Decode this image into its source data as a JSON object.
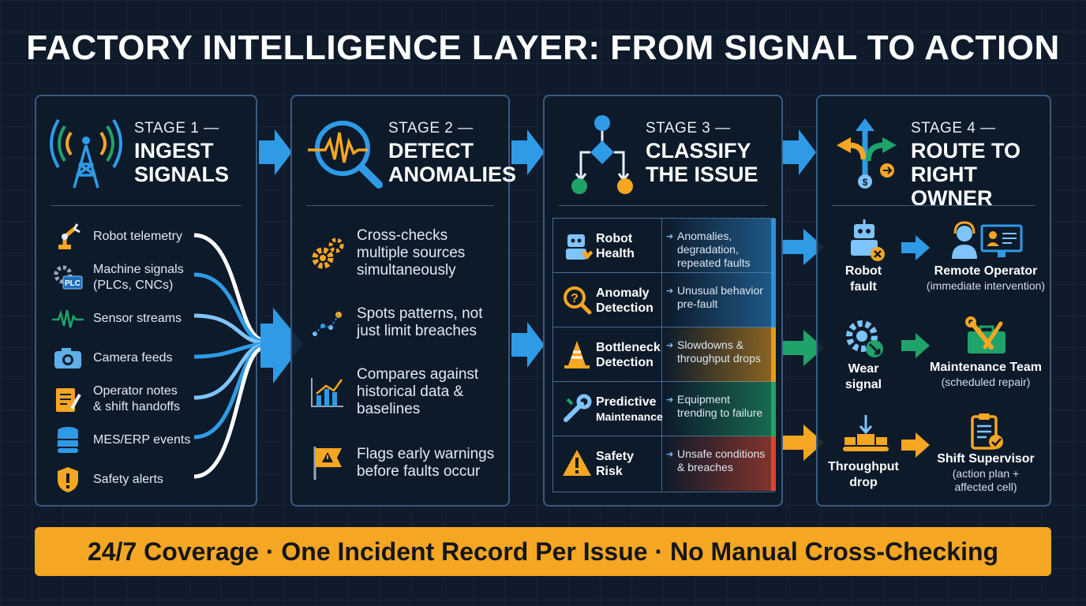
{
  "title": "FACTORY INTELLIGENCE LAYER: FROM SIGNAL TO ACTION",
  "stages": [
    {
      "label": "STAGE 1 —",
      "name_line1": "INGEST",
      "name_line2": "SIGNALS",
      "icon": "signal-tower-icon"
    },
    {
      "label": "STAGE 2 —",
      "name_line1": "DETECT",
      "name_line2": "ANOMALIES",
      "icon": "magnifier-waveform-icon"
    },
    {
      "label": "STAGE 3 —",
      "name_line1": "CLASSIFY",
      "name_line2": "THE ISSUE",
      "icon": "decision-tree-icon"
    },
    {
      "label": "STAGE 4 —",
      "name_line1": "ROUTE TO",
      "name_line2": "RIGHT OWNER",
      "icon": "routing-arrows-icon"
    }
  ],
  "sources": [
    {
      "line1": "Robot telemetry",
      "line2": "",
      "icon": "robot-arm-icon"
    },
    {
      "line1": "Machine signals",
      "line2": "(PLCs, CNCs)",
      "icon": "plc-gear-icon"
    },
    {
      "line1": "Sensor streams",
      "line2": "",
      "icon": "waveform-icon"
    },
    {
      "line1": "Camera feeds",
      "line2": "",
      "icon": "camera-icon"
    },
    {
      "line1": "Operator notes",
      "line2": "& shift handoffs",
      "icon": "notepad-icon"
    },
    {
      "line1": "MES/ERP events",
      "line2": "",
      "icon": "database-icon"
    },
    {
      "line1": "Safety alerts",
      "line2": "",
      "icon": "shield-alert-icon"
    }
  ],
  "plc_badge": "PLC",
  "detections": [
    {
      "line1": "Cross-checks",
      "line2": "multiple sources",
      "line3": "simultaneously",
      "icon": "gears-icon"
    },
    {
      "line1": "Spots patterns, not",
      "line2": "just limit breaches",
      "line3": "",
      "icon": "scatter-trend-icon"
    },
    {
      "line1": "Compares against",
      "line2": "historical data &",
      "line3": "baselines",
      "icon": "bar-chart-icon"
    },
    {
      "line1": "Flags early warnings",
      "line2": "before faults occur",
      "line3": "",
      "icon": "warning-flag-icon"
    }
  ],
  "classes": [
    {
      "name_line1": "Robot",
      "name_line2": "Health",
      "desc_line1": "Anomalies,",
      "desc_line2": "degradation,",
      "desc_line3": "repeated faults",
      "icon": "robot-heart-icon",
      "color": "#2f8fd8"
    },
    {
      "name_line1": "Anomaly",
      "name_line2": "Detection",
      "desc_line1": "Unusual behavior",
      "desc_line2": "pre-fault",
      "desc_line3": "",
      "icon": "magnifier-question-icon",
      "color": "#2f8fd8"
    },
    {
      "name_line1": "Bottleneck",
      "name_line2": "Detection",
      "desc_line1": "Slowdowns &",
      "desc_line2": "throughput drops",
      "desc_line3": "",
      "icon": "traffic-cone-icon",
      "color": "#e39a1c"
    },
    {
      "name_line1": "Predictive",
      "name_line2": "Maintenance",
      "desc_line1": "Equipment",
      "desc_line2": "trending to failure",
      "desc_line3": "",
      "icon": "wrench-icon",
      "color": "#1fa36a"
    },
    {
      "name_line1": "Safety",
      "name_line2": "Risk",
      "desc_line1": "Unsafe conditions",
      "desc_line2": "& breaches",
      "desc_line3": "",
      "icon": "warning-triangle-icon",
      "color": "#d9462e"
    }
  ],
  "routes": [
    {
      "src_line1": "Robot",
      "src_line2": "fault",
      "src_icon": "robot-fault-icon",
      "owner": "Remote Operator",
      "owner_detail_line1": "(immediate intervention)",
      "owner_detail_line2": "",
      "owner_icon": "operator-monitor-icon",
      "color": "#2f9be6"
    },
    {
      "src_line1": "Wear",
      "src_line2": "signal",
      "src_icon": "gear-wear-icon",
      "owner": "Maintenance Team",
      "owner_detail_line1": "(scheduled repair)",
      "owner_detail_line2": "",
      "owner_icon": "toolbox-icon",
      "color": "#1fa36a"
    },
    {
      "src_line1": "Throughput",
      "src_line2": "drop",
      "src_icon": "conveyor-drop-icon",
      "owner": "Shift Supervisor",
      "owner_detail_line1": "(action plan +",
      "owner_detail_line2": "affected cell)",
      "owner_icon": "clipboard-check-icon",
      "color": "#f5a623"
    }
  ],
  "footer": "24/7 Coverage · One Incident Record Per Issue · No Manual Cross-Checking",
  "colors": {
    "accent_blue": "#2f9be6",
    "accent_orange": "#f5a623",
    "accent_green": "#1fa36a",
    "accent_red": "#d9462e"
  }
}
